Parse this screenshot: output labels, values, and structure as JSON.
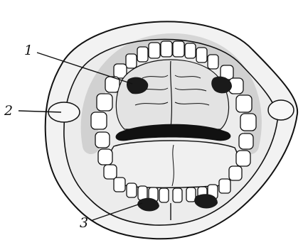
{
  "figure": {
    "callouts": [
      {
        "number": "1"
      },
      {
        "number": "2"
      },
      {
        "number": "3"
      }
    ]
  },
  "colors": {
    "ink": "#111111",
    "paper": "#ffffff",
    "tissue": "#e9e9e9",
    "shadow": "#1a1a1a"
  }
}
